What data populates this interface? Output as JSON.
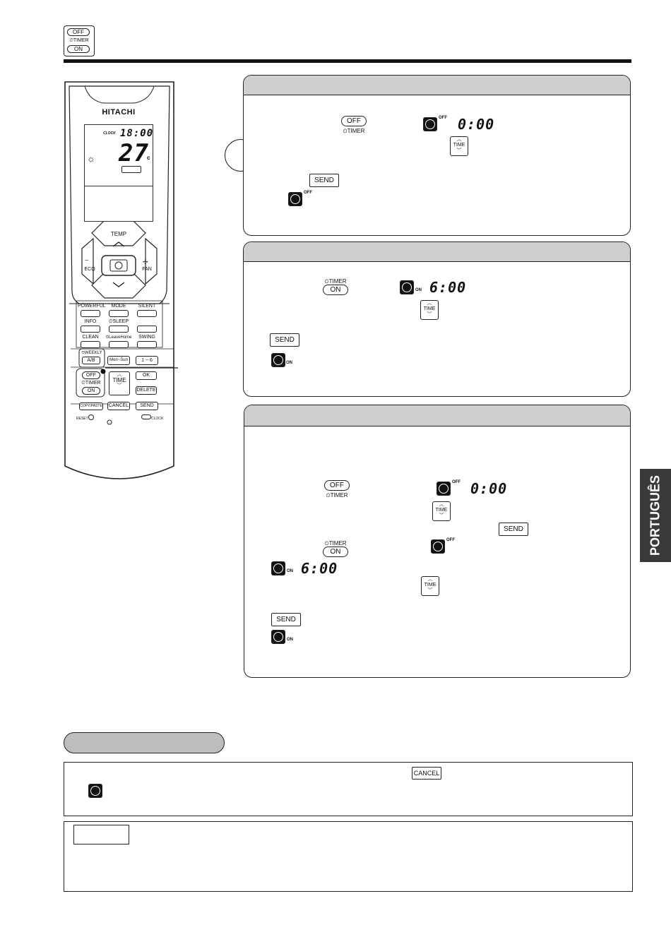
{
  "header": {
    "icon": {
      "off": "OFF",
      "timer": "⏲TIMER",
      "on": "ON"
    }
  },
  "side_tab": {
    "label": "PORTUGUÊS"
  },
  "remote": {
    "brand": "HITACHI",
    "lcd": {
      "clock_label": "CLOCK",
      "clock_time": "18:00",
      "temperature": "27",
      "unit": "c"
    },
    "temp_label": "TEMP",
    "eco_label": "ECO",
    "fan_label": "FAN",
    "buttons": {
      "powerful": "POWERFUL",
      "mode": "MODE",
      "silent": "SILENT",
      "info": "INFO",
      "sleep": "⏲SLEEP",
      "leave_home": "⏲LeaveHome",
      "clean": "CLEAN",
      "swing": "SWING",
      "weekly": "⏲WEEKLY",
      "weekly_ab": "A/B",
      "mon_sun": "Mon~Sun",
      "one_six": "1 ~ 6",
      "off": "OFF",
      "timer": "⏲TIMER",
      "on": "ON",
      "time": "TIME",
      "ok": "OK",
      "delete": "DELETE",
      "copy_paste": "COPY/PASTE",
      "cancel": "CANCEL",
      "send": "SEND",
      "reset": "RESET",
      "clock": "CLOCK"
    }
  },
  "panel1": {
    "off": "OFF",
    "timer": "⏲TIMER",
    "clock_sup": "OFF",
    "display": "0:00",
    "time_label": "TIME",
    "send": "SEND",
    "clock_sup2": "OFF"
  },
  "panel2": {
    "timer": "⏲TIMER",
    "on": "ON",
    "clock_sup": "ON",
    "display": "6:00",
    "time_label": "TIME",
    "send": "SEND",
    "clock_sup2": "ON"
  },
  "panel3": {
    "off": "OFF",
    "timer": "⏲TIMER",
    "clock_sup": "OFF",
    "display": "0:00",
    "time_label": "TIME",
    "send": "SEND",
    "timer2": "⏲TIMER",
    "on": "ON",
    "clock_sup2": "OFF",
    "clock_sup3": "ON",
    "display2": "6:00",
    "time_label2": "TIME",
    "send2": "SEND",
    "clock_sup4": "ON"
  },
  "note": {
    "cancel": "CANCEL"
  }
}
